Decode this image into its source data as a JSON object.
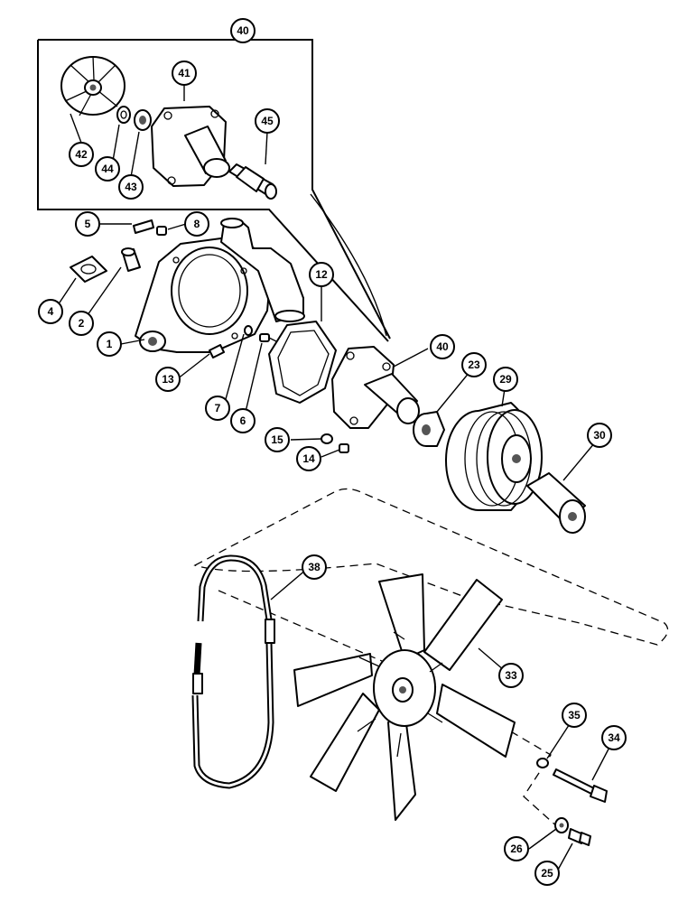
{
  "callouts": [
    {
      "id": "c40a",
      "label": "40"
    },
    {
      "id": "c41",
      "label": "41"
    },
    {
      "id": "c42",
      "label": "42"
    },
    {
      "id": "c44",
      "label": "44"
    },
    {
      "id": "c43",
      "label": "43"
    },
    {
      "id": "c45",
      "label": "45"
    },
    {
      "id": "c5",
      "label": "5"
    },
    {
      "id": "c8",
      "label": "8"
    },
    {
      "id": "c4",
      "label": "4"
    },
    {
      "id": "c2",
      "label": "2"
    },
    {
      "id": "c1",
      "label": "1"
    },
    {
      "id": "c12",
      "label": "12"
    },
    {
      "id": "c13",
      "label": "13"
    },
    {
      "id": "c7",
      "label": "7"
    },
    {
      "id": "c6",
      "label": "6"
    },
    {
      "id": "c40b",
      "label": "40"
    },
    {
      "id": "c23",
      "label": "23"
    },
    {
      "id": "c29",
      "label": "29"
    },
    {
      "id": "c15",
      "label": "15"
    },
    {
      "id": "c14",
      "label": "14"
    },
    {
      "id": "c30",
      "label": "30"
    },
    {
      "id": "c38",
      "label": "38"
    },
    {
      "id": "c33",
      "label": "33"
    },
    {
      "id": "c35",
      "label": "35"
    },
    {
      "id": "c34",
      "label": "34"
    },
    {
      "id": "c26",
      "label": "26"
    },
    {
      "id": "c25",
      "label": "25"
    }
  ]
}
